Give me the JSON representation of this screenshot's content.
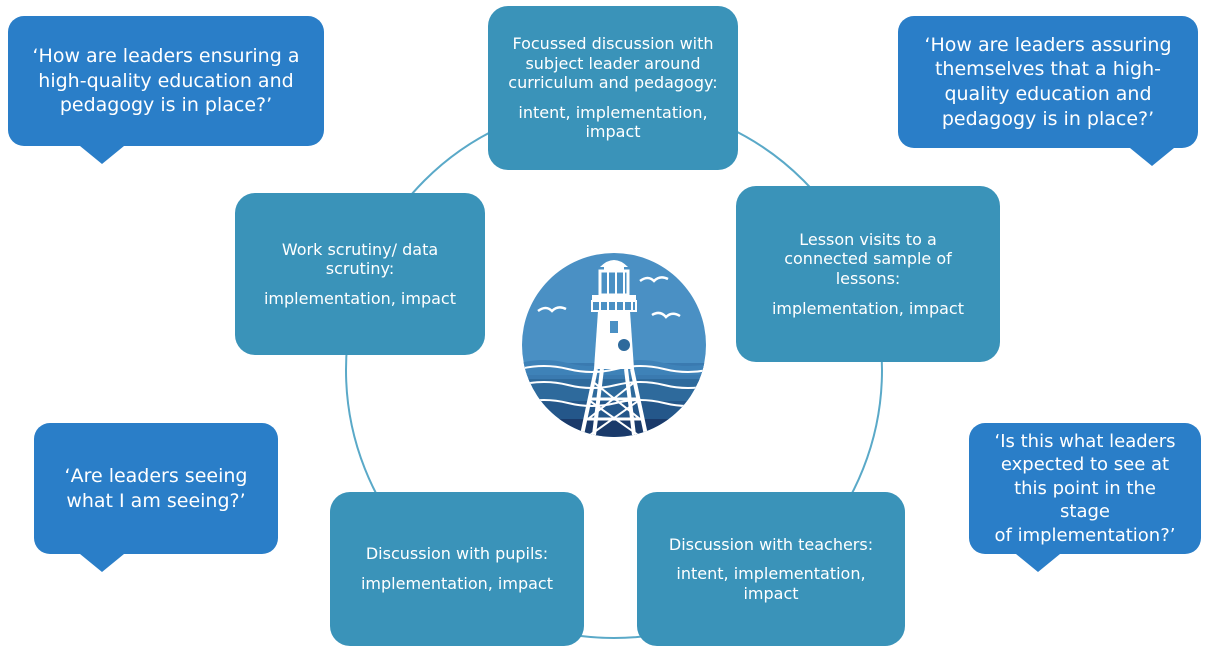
{
  "colors": {
    "activity_box": "#3a93b9",
    "question_bubble": "#2a7ec8",
    "ring_line": "#5aa9c8",
    "text": "#ffffff",
    "logo_sky": "#4a90c4",
    "logo_sea": "#2e6a9c",
    "logo_deep": "#1a3a6a"
  },
  "boxes": {
    "top": {
      "line1": "Focussed discussion with",
      "line2": "subject leader around",
      "line3": "curriculum and pedagogy:",
      "line4": "intent, implementation,",
      "line5": "impact"
    },
    "right": {
      "line1": "Lesson visits to a",
      "line2": "connected sample of",
      "line3": "lessons:",
      "line4": "implementation, impact"
    },
    "bottom_right": {
      "line1": "Discussion with teachers:",
      "line2": "intent, implementation,",
      "line3": "impact"
    },
    "bottom_left": {
      "line1": "Discussion with pupils:",
      "line2": "implementation, impact"
    },
    "left": {
      "line1": "Work scrutiny/ data",
      "line2": "scrutiny:",
      "line3": "implementation, impact"
    }
  },
  "bubbles": {
    "top_left": {
      "line1": "‘How are leaders ensuring a",
      "line2": "high-quality education and",
      "line3": "pedagogy is in place?’"
    },
    "top_right": {
      "line1": "‘How are leaders assuring",
      "line2": "themselves that a high-",
      "line3": "quality education and",
      "line4": "pedagogy is in place?’"
    },
    "bottom_left": {
      "line1": "‘Are leaders seeing",
      "line2": "what I am seeing?’"
    },
    "bottom_right": {
      "line1": "‘Is this what leaders",
      "line2": "expected to see at",
      "line3": "this point in the stage",
      "line4": "of implementation?’"
    }
  },
  "logo": {
    "icon": "lighthouse-icon"
  }
}
